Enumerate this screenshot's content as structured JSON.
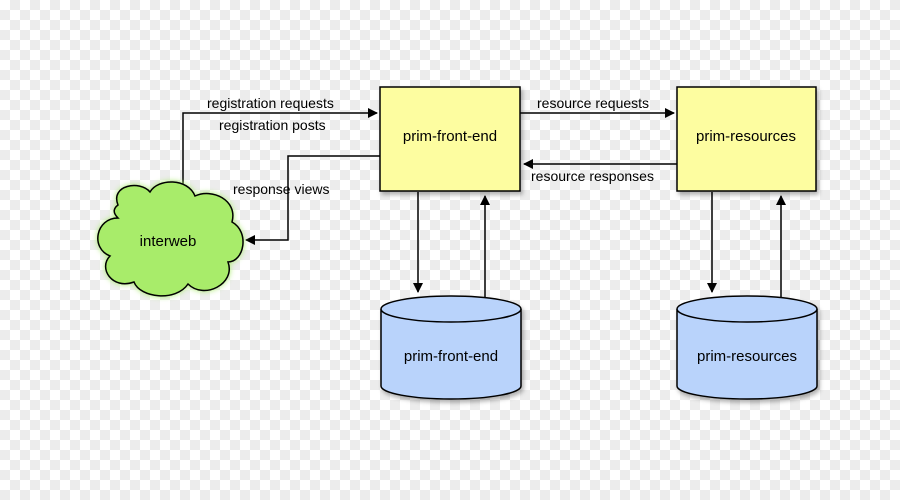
{
  "colors": {
    "process_fill": "#fdfda0",
    "database_fill": "#b9d3fb",
    "cloud_fill": "#a8ec6a",
    "stroke": "#000000"
  },
  "nodes": {
    "front_end": "prim-front-end",
    "resources": "prim-resources",
    "front_end_db": "prim-front-end",
    "resources_db": "prim-resources",
    "interweb": "interweb"
  },
  "edges": {
    "registration_requests": "registration requests",
    "registration_posts": "registration posts",
    "response_views": "response views",
    "resource_requests": "resource requests",
    "resource_responses": "resource responses"
  }
}
